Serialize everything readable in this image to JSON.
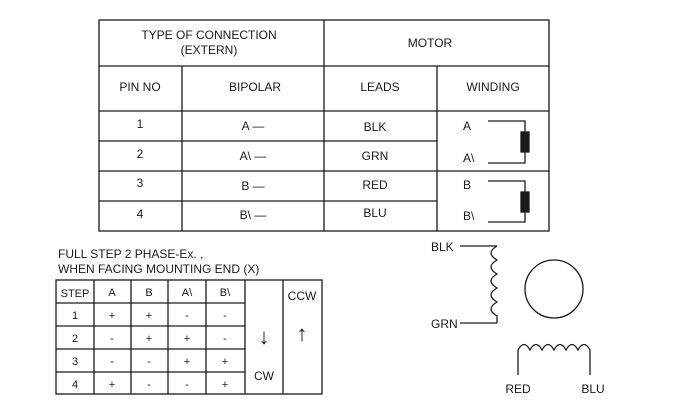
{
  "connection_table": {
    "header": {
      "type_of_connection_line1": "TYPE OF CONNECTION",
      "type_of_connection_line2": "(EXTERN)",
      "motor": "MOTOR"
    },
    "columns": {
      "pin_no": "PIN NO",
      "bipolar": "BIPOLAR",
      "leads": "LEADS",
      "winding": "WINDING"
    },
    "rows": [
      {
        "pin": "1",
        "bipolar": "A —",
        "lead": "BLK",
        "winding": "A"
      },
      {
        "pin": "2",
        "bipolar": "A\\ —",
        "lead": "GRN",
        "winding": "A\\"
      },
      {
        "pin": "3",
        "bipolar": "B —",
        "lead": "RED",
        "winding": "B"
      },
      {
        "pin": "4",
        "bipolar": "B\\ —",
        "lead": "BLU",
        "winding": "B\\"
      }
    ]
  },
  "step_section": {
    "caption_line1": "FULL STEP  2 PHASE-Ex. ,",
    "caption_line2": "WHEN FACING MOUNTING END (X)",
    "headers": [
      "STEP",
      "A",
      "B",
      "A\\",
      "B\\"
    ],
    "rows": [
      [
        "1",
        "+",
        "+",
        "-",
        "-"
      ],
      [
        "2",
        "-",
        "+",
        "+",
        "-"
      ],
      [
        "3",
        "-",
        "-",
        "+",
        "+"
      ],
      [
        "4",
        "+",
        "-",
        "-",
        "+"
      ]
    ],
    "cw_label": "CW",
    "ccw_label": "CCW",
    "cw_arrow": "↓",
    "ccw_arrow": "↑"
  },
  "motor_diagram": {
    "blk_label": "BLK",
    "grn_label": "GRN",
    "red_label": "RED",
    "blu_label": "BLU"
  }
}
